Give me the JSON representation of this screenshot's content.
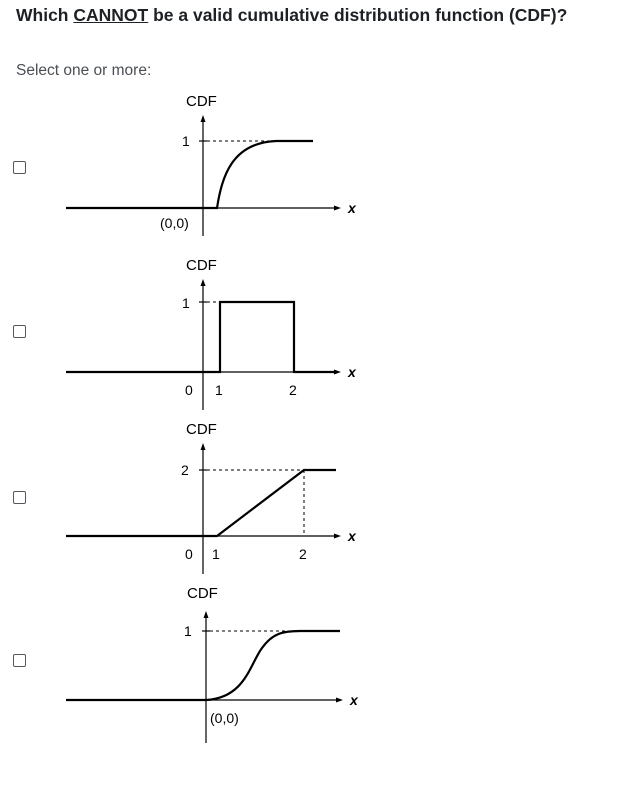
{
  "question": {
    "prefix": "Which ",
    "emphasis": "CANNOT",
    "suffix": " be a valid cumulative distribution function (CDF)?"
  },
  "prompt": "Select one or more:",
  "options": [
    {
      "checked": false,
      "graph": {
        "y_axis_label": "CDF",
        "x_axis_label": "x",
        "y_tick": "1",
        "origin_label": "(0,0)",
        "x_ticks": []
      }
    },
    {
      "checked": false,
      "graph": {
        "y_axis_label": "CDF",
        "x_axis_label": "x",
        "y_tick": "1",
        "origin_label": "0",
        "x_ticks": [
          "1",
          "2"
        ]
      }
    },
    {
      "checked": false,
      "graph": {
        "y_axis_label": "CDF",
        "x_axis_label": "x",
        "y_tick": "2",
        "origin_label": "0",
        "x_ticks": [
          "1",
          "2"
        ]
      }
    },
    {
      "checked": false,
      "graph": {
        "y_axis_label": "CDF",
        "x_axis_label": "x",
        "y_tick": "1",
        "origin_label": "(0,0)",
        "x_ticks": []
      }
    }
  ]
}
